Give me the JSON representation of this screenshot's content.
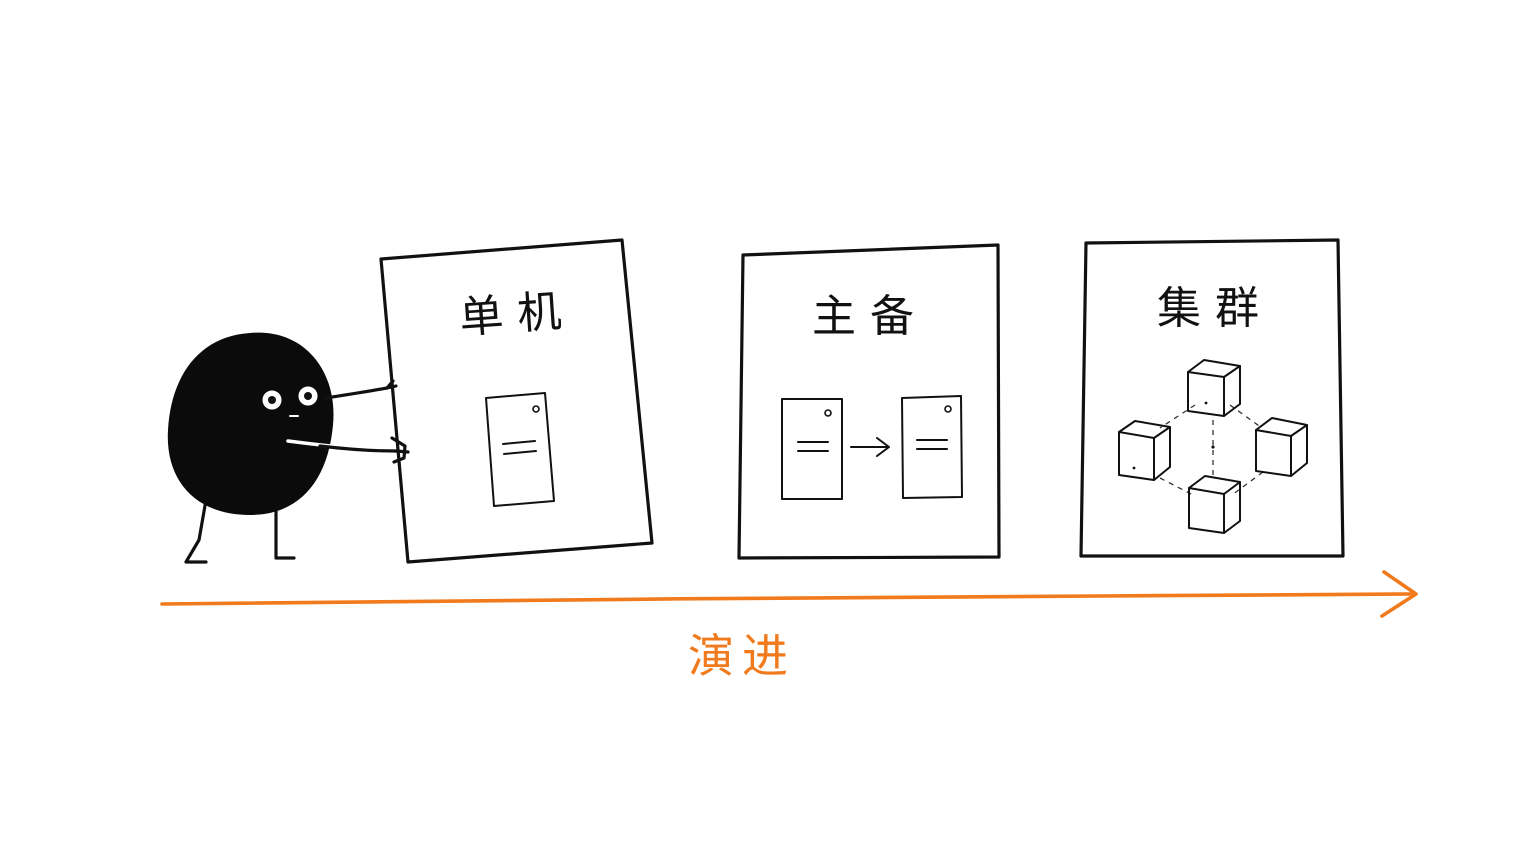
{
  "stages": [
    {
      "label": "单机"
    },
    {
      "label": "主备"
    },
    {
      "label": "集群"
    }
  ],
  "axis": {
    "label": "演进",
    "color": "#F07A1C"
  },
  "icons": {
    "character": "blob-character-icon",
    "server": "server-icon",
    "arrow": "arrow-right-icon",
    "node": "cube-node-icon"
  },
  "colors": {
    "ink": "#111111",
    "background": "#FFFFFF",
    "accent": "#F07A1C"
  }
}
